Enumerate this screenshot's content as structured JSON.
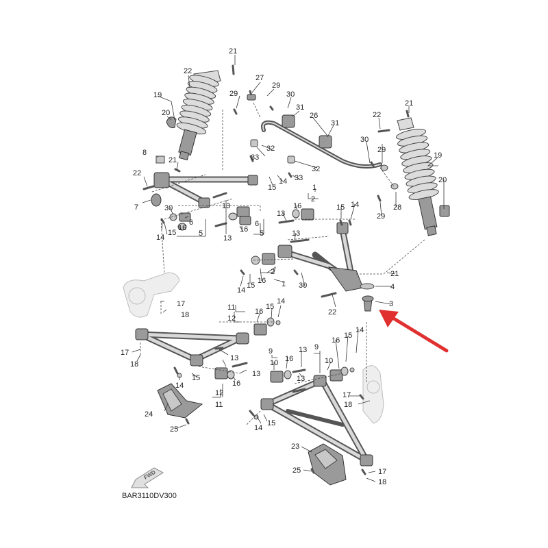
{
  "diagram": {
    "code": "BAR3110DV300",
    "fwd_label": "FWD",
    "callout_color": "#e03030",
    "callout_target": "3",
    "callouts": [
      {
        "n": "21"
      },
      {
        "n": "22"
      },
      {
        "n": "19"
      },
      {
        "n": "20"
      },
      {
        "n": "8"
      },
      {
        "n": "21"
      },
      {
        "n": "22"
      },
      {
        "n": "7"
      },
      {
        "n": "30"
      },
      {
        "n": "6"
      },
      {
        "n": "16"
      },
      {
        "n": "15"
      },
      {
        "n": "14"
      },
      {
        "n": "5"
      },
      {
        "n": "13"
      },
      {
        "n": "13"
      },
      {
        "n": "16"
      },
      {
        "n": "6"
      },
      {
        "n": "5"
      },
      {
        "n": "27"
      },
      {
        "n": "29"
      },
      {
        "n": "29"
      },
      {
        "n": "30"
      },
      {
        "n": "31"
      },
      {
        "n": "26"
      },
      {
        "n": "31"
      },
      {
        "n": "32"
      },
      {
        "n": "33"
      },
      {
        "n": "32"
      },
      {
        "n": "33"
      },
      {
        "n": "15"
      },
      {
        "n": "14"
      },
      {
        "n": "22"
      },
      {
        "n": "21"
      },
      {
        "n": "30"
      },
      {
        "n": "29"
      },
      {
        "n": "19"
      },
      {
        "n": "20"
      },
      {
        "n": "29"
      },
      {
        "n": "28"
      },
      {
        "n": "1"
      },
      {
        "n": "2"
      },
      {
        "n": "16"
      },
      {
        "n": "15"
      },
      {
        "n": "14"
      },
      {
        "n": "13"
      },
      {
        "n": "13"
      },
      {
        "n": "21"
      },
      {
        "n": "4"
      },
      {
        "n": "3"
      },
      {
        "n": "14"
      },
      {
        "n": "15"
      },
      {
        "n": "16"
      },
      {
        "n": "2"
      },
      {
        "n": "1"
      },
      {
        "n": "30"
      },
      {
        "n": "22"
      },
      {
        "n": "17"
      },
      {
        "n": "18"
      },
      {
        "n": "11"
      },
      {
        "n": "12"
      },
      {
        "n": "16"
      },
      {
        "n": "15"
      },
      {
        "n": "14"
      },
      {
        "n": "17"
      },
      {
        "n": "18"
      },
      {
        "n": "14"
      },
      {
        "n": "15"
      },
      {
        "n": "13"
      },
      {
        "n": "13"
      },
      {
        "n": "16"
      },
      {
        "n": "12"
      },
      {
        "n": "11"
      },
      {
        "n": "24"
      },
      {
        "n": "25"
      },
      {
        "n": "9"
      },
      {
        "n": "10"
      },
      {
        "n": "16"
      },
      {
        "n": "9"
      },
      {
        "n": "13"
      },
      {
        "n": "13"
      },
      {
        "n": "16"
      },
      {
        "n": "15"
      },
      {
        "n": "14"
      },
      {
        "n": "10"
      },
      {
        "n": "17"
      },
      {
        "n": "18"
      },
      {
        "n": "14"
      },
      {
        "n": "15"
      },
      {
        "n": "23"
      },
      {
        "n": "25"
      },
      {
        "n": "17"
      },
      {
        "n": "18"
      }
    ]
  }
}
